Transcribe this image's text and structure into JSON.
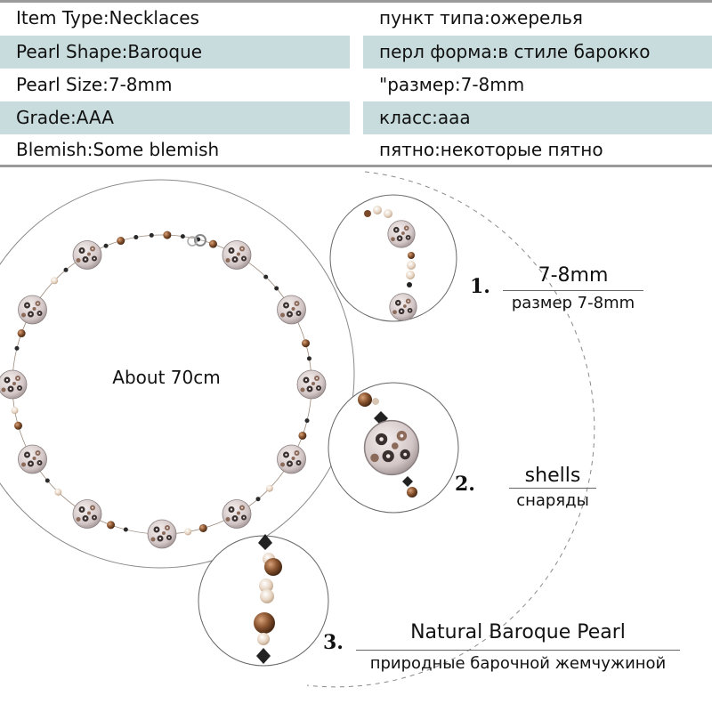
{
  "specs": [
    {
      "left": "Item Type:Necklaces",
      "right": "пункт типа:ожерелья",
      "shaded": false
    },
    {
      "left": "Pearl Shape:Baroque",
      "right": "перл форма:в стиле барокко",
      "shaded": true
    },
    {
      "left": "Pearl Size:7-8mm",
      "right": "\"размер:7-8mm",
      "shaded": false
    },
    {
      "left": "Grade:AAA",
      "right": "класс:ааа",
      "shaded": true
    },
    {
      "left": "Blemish:Some blemish",
      "right": "пятно:некоторые пятно",
      "shaded": false
    }
  ],
  "necklace": {
    "length_label": "About 70cm"
  },
  "details": [
    {
      "number": "1.",
      "title": "7-8mm",
      "subtitle": "размер 7-8mm"
    },
    {
      "number": "2.",
      "title": "shells",
      "subtitle": "снаряды"
    },
    {
      "number": "3.",
      "title": "Natural Baroque Pearl",
      "subtitle": "природные барочной жемчужиной"
    }
  ],
  "colors": {
    "row_shade": "#c8dcdd",
    "rule": "#9a9a9a",
    "circle_line": "#8a8a8a",
    "pearl": "#7a4a2a",
    "crystal": "#e8d4c0",
    "shell": "#d7ccc8"
  }
}
